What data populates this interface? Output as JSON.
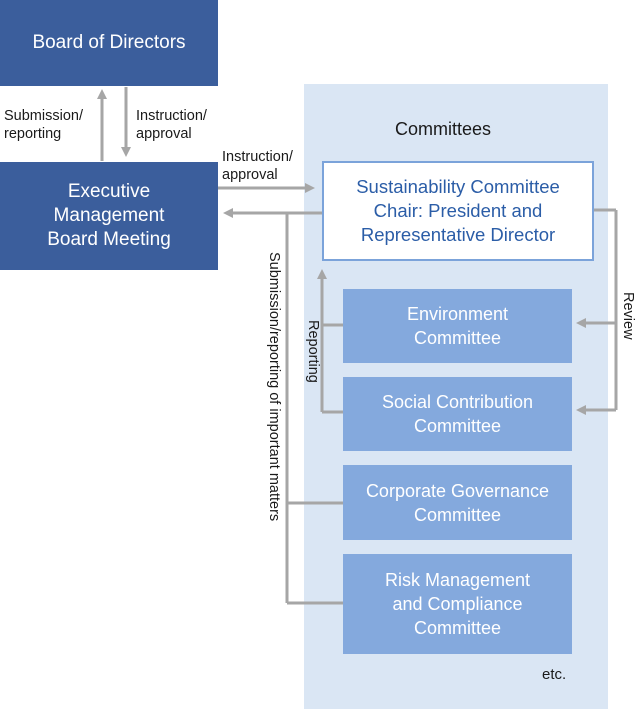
{
  "board": {
    "label": "Board of Directors"
  },
  "executive": {
    "line1": "Executive",
    "line2": "Management",
    "line3": "Board Meeting"
  },
  "arrows": {
    "submission_reporting_1": "Submission/",
    "submission_reporting_2": "reporting",
    "instruction_approval_1": "Instruction/",
    "instruction_approval_2": "approval",
    "instruction_approval_b1": "Instruction/",
    "instruction_approval_b2": "approval",
    "submission_important": "Submission/reporting of important matters",
    "reporting": "Reporting",
    "review": "Review"
  },
  "committees": {
    "title": "Committees",
    "sustainability": {
      "line1": "Sustainability Committee",
      "line2": "Chair: President and",
      "line3": "Representative Director"
    },
    "items": [
      {
        "line1": "Environment",
        "line2": "Committee"
      },
      {
        "line1": "Social Contribution",
        "line2": "Committee"
      },
      {
        "line1": "Corporate Governance",
        "line2": "Committee"
      },
      {
        "line1": "Risk Management",
        "line2": "and Compliance",
        "line3": "Committee"
      }
    ],
    "etc": "etc."
  },
  "colors": {
    "dark_box": "#3b5e9c",
    "light_box": "#84a9dd",
    "panel": "#dae6f4",
    "sustainability_text": "#2b5da7",
    "connector": "#a6a6a6"
  }
}
